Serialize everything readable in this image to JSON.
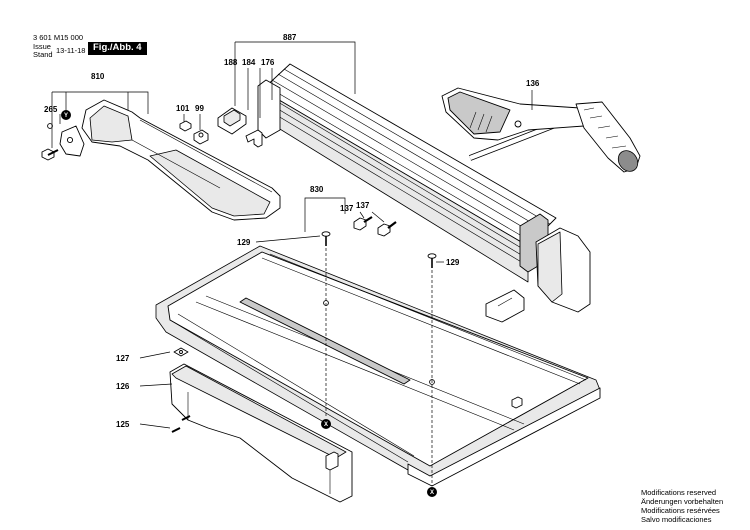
{
  "header": {
    "doc_number": "3 601 M15 000",
    "issue_label": "Issue",
    "stand_label": "Stand",
    "issue_date": "13-11-18",
    "figure_label": "Fig./Abb. 4"
  },
  "notes": [
    "Modifications reserved",
    "Änderungen vorbehalten",
    "Modifications resérvées",
    "Salvo modificaciones"
  ],
  "parts": {
    "p887": "887",
    "p188": "188",
    "p184": "184",
    "p176": "176",
    "p136": "136",
    "p810": "810",
    "p265": "265",
    "p101": "101",
    "p99": "99",
    "p830": "830",
    "p137a": "137",
    "p137b": "137",
    "p129a": "129",
    "p129b": "129",
    "p127": "127",
    "p126": "126",
    "p125": "125"
  },
  "markers": {
    "y": "Y",
    "x1": "X",
    "x2": "X"
  }
}
